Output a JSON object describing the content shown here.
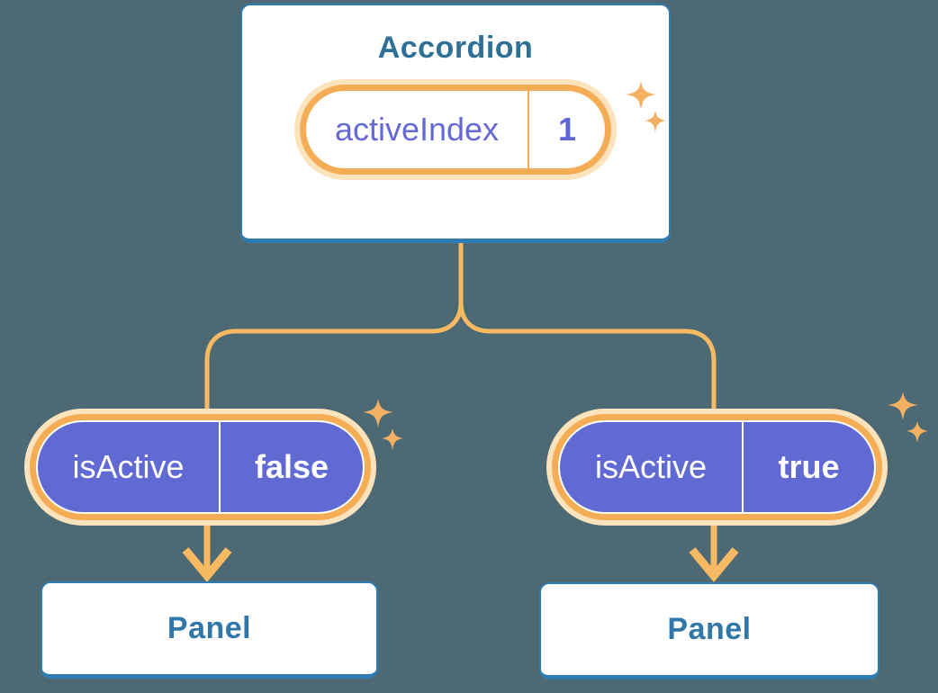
{
  "palette": {
    "background": "#4D6A74",
    "card_bg": "#FFFFFF",
    "card_border": "#2F7CB2",
    "root_title_text": "#2F7096",
    "panel_title_text": "#3177A8",
    "state_text_purple": "#6569D8",
    "prop_pill_purple": "#6169D3",
    "prop_text": "#FFFFFF",
    "pill_ring_orange": "#F5AD55",
    "pill_ring_glow": "#FBE3BD",
    "connector_orange": "#F7BA63",
    "sparkle_orange": "#F4B163"
  },
  "icons": {
    "sparkle": "sparkle-icon",
    "arrow": "arrow-down-icon"
  },
  "diagram": {
    "root": {
      "title": "Accordion",
      "state": {
        "name": "activeIndex",
        "value": "1"
      }
    },
    "children": [
      {
        "prop": {
          "name": "isActive",
          "value": "false"
        },
        "panel": {
          "title": "Panel"
        }
      },
      {
        "prop": {
          "name": "isActive",
          "value": "true"
        },
        "panel": {
          "title": "Panel"
        }
      }
    ]
  }
}
